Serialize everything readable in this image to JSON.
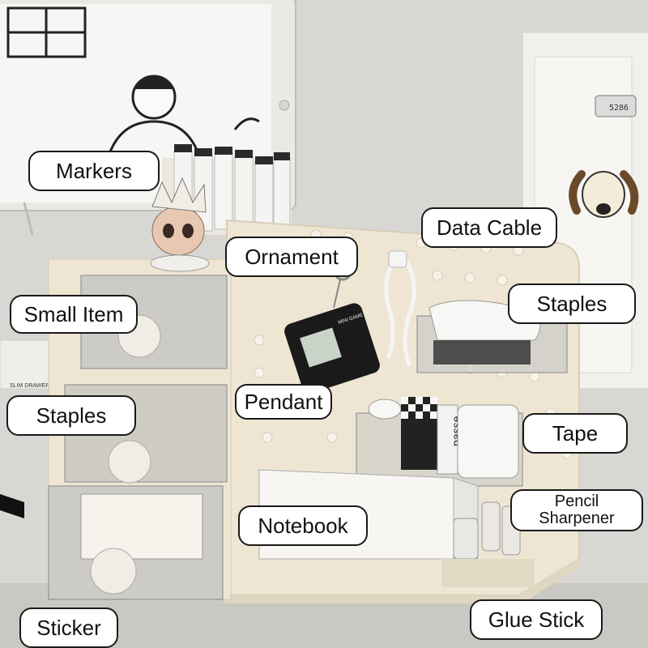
{
  "labels": {
    "markers": "Markers",
    "ornament": "Ornament",
    "data_cable": "Data Cable",
    "small_item": "Small Item",
    "staples_left": "Staples",
    "staples_right": "Staples",
    "pendant": "Pendant",
    "tape": "Tape",
    "notebook": "Notebook",
    "pencil_sharpener_line1": "Pencil",
    "pencil_sharpener_line2": "Sharpener",
    "sticker": "Sticker",
    "glue_stick": "Glue Stick"
  },
  "photo_text": {
    "drawer_box": "SLIM DRAWER BOX",
    "tape_text": "passe",
    "locker_tag": "5286",
    "game_player": "MINI GAME PLAYER"
  },
  "colors": {
    "wall": "#d9d8d4",
    "organizer": "#eee6d3",
    "acrylic": "#c9c9c6",
    "label_border": "#1a1a1a"
  }
}
